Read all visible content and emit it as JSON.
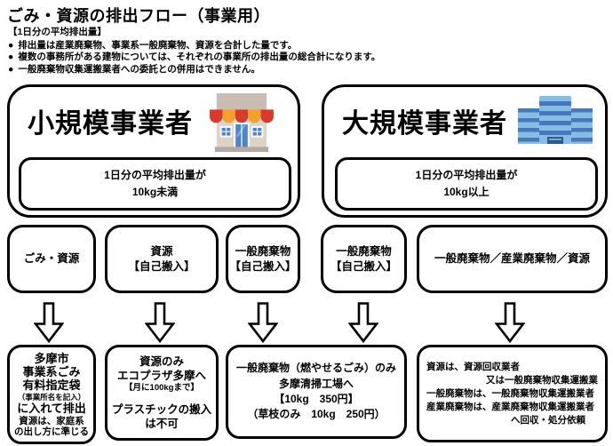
{
  "header": {
    "title": "ごみ・資源の排出フロー（事業用）",
    "notes_heading": "【1日分の平均排出量】",
    "bullet_char": "●",
    "bullets": [
      "排出量は産業廃棄物、事業系一般廃棄物、資源を合計した量です。",
      "複数の事務所がある建物については、それぞれの事業所の排出量の総合計になります。",
      "一般廃棄物収集運搬業者への委託との併用はできません。"
    ]
  },
  "small_business": {
    "title": "小規模事業者",
    "icon": "store-icon",
    "criteria": {
      "line1": "1日分の平均排出量が",
      "line2": "10kg未満"
    }
  },
  "large_business": {
    "title": "大規模事業者",
    "icon": "office-building-icon",
    "criteria": {
      "line1": "1日分の平均排出量が",
      "line2": "10kg以上"
    }
  },
  "categories": {
    "gomi_shigen": {
      "line1": "ごみ・資源"
    },
    "shigen_jiko_hannyu": {
      "line1": "資源",
      "line2": "【自己搬入】"
    },
    "ippan_jiko_hannyu_small": {
      "line1": "一般廃棄物",
      "line2": "【自己搬入】"
    },
    "ippan_jiko_hannyu_large": {
      "line1": "一般廃棄物",
      "line2": "【自己搬入】"
    },
    "ippan_sangyo_shigen": {
      "line1": "一般廃棄物／産業廃棄物／資源"
    }
  },
  "destinations": {
    "designated_bag": {
      "lines": [
        "多摩市",
        "事業系ごみ",
        "有料指定袋",
        "（事業所名を記入）",
        "に入れて排出",
        "資源は、家庭系",
        "の出し方に準じる"
      ]
    },
    "eco_plaza": {
      "lines": [
        "資源のみ",
        "エコプラザ多摩へ",
        "【月に100kgまで】",
        "プラスチックの搬入",
        "は不可"
      ]
    },
    "cleaning_plant": {
      "lines": [
        "一般廃棄物（燃やせるごみ）のみ",
        "多摩清掃工場へ",
        "【10kg　350円】",
        "（草枝のみ　10kg　250円）"
      ]
    },
    "collection_contractors": {
      "lines": [
        "資源は、資源回収業者",
        "又は一般廃棄物収集運搬業",
        "一般廃棄物は、一般廃棄物収集運搬業者",
        "産業廃棄物は、産業廃棄物収集運搬業者",
        "へ回収・処分依頼"
      ]
    }
  },
  "colors": {
    "ink": "#000000",
    "store_red": "#d63b2d",
    "store_yellow": "#f1a12c",
    "store_wall": "#ddd3c9",
    "store_facade": "#c9bcb3",
    "store_blue": "#4d86c8",
    "building_light_blue": "#85bde4",
    "building_dark_blue": "#4678bb",
    "building_entrance": "#2f5b8c"
  }
}
